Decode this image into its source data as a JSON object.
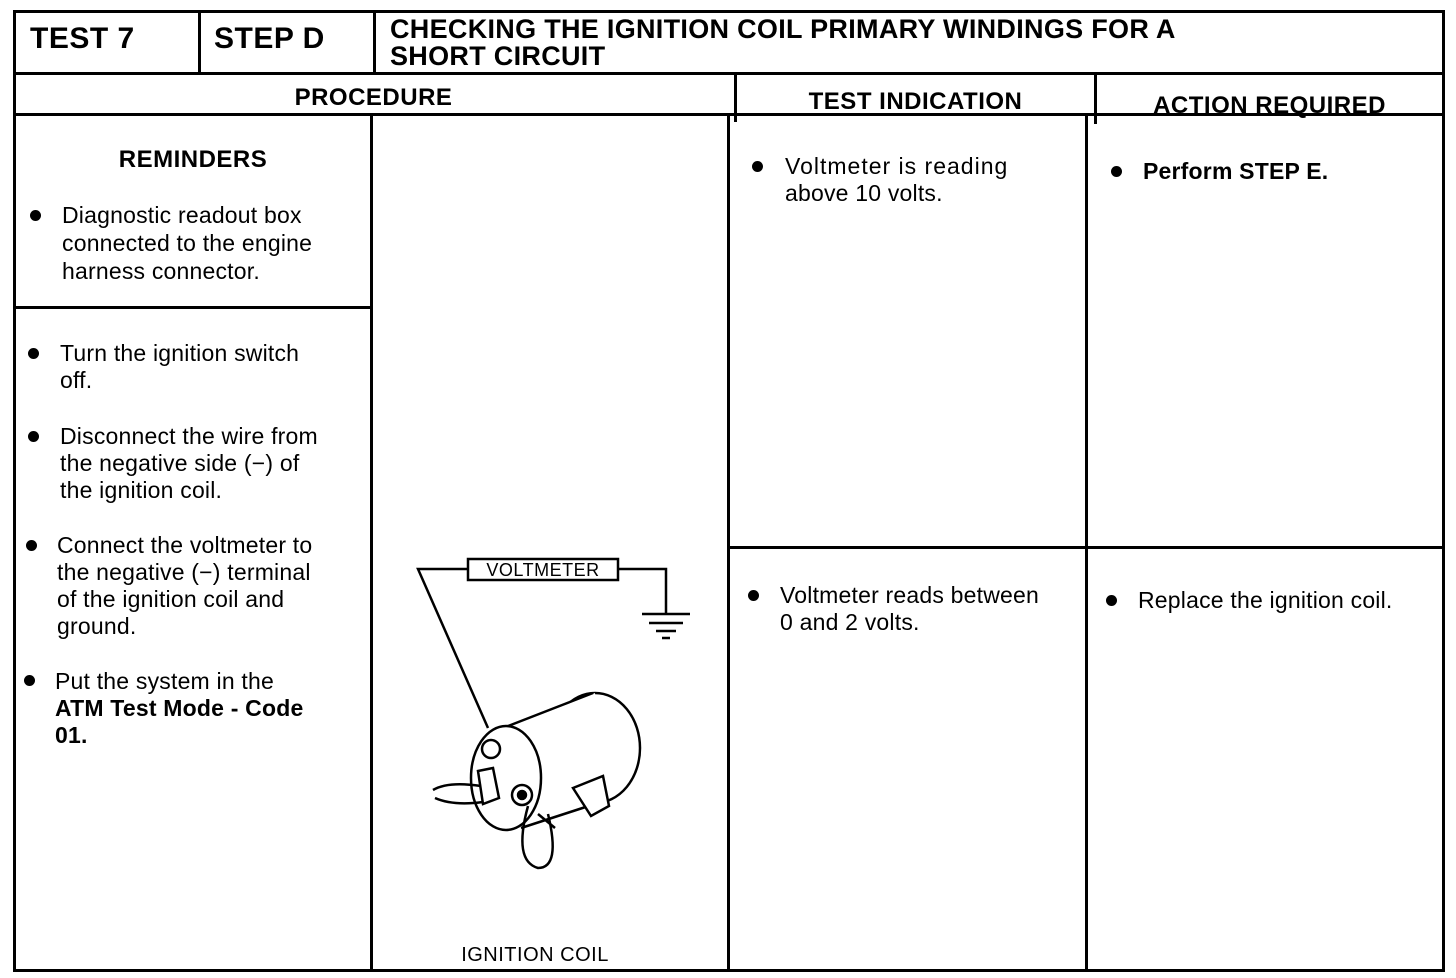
{
  "header": {
    "test_label": "TEST 7",
    "step_label": "STEP D",
    "title_line1": "CHECKING THE IGNITION COIL PRIMARY WINDINGS FOR A",
    "title_line2": "SHORT CIRCUIT"
  },
  "columns": {
    "procedure": "PROCEDURE",
    "test_indication": "TEST INDICATION",
    "action_required": "ACTION REQUIRED"
  },
  "reminders": {
    "heading": "REMINDERS",
    "item1_l1": "Diagnostic readout box",
    "item1_l2": "connected to the engine",
    "item1_l3": "harness connector."
  },
  "steps": {
    "s1_l1": "Turn the ignition switch",
    "s1_l2": "off.",
    "s2_l1": "Disconnect the wire from",
    "s2_l2": "the negative side (−) of",
    "s2_l3": "the ignition coil.",
    "s3_l1": "Connect the voltmeter to",
    "s3_l2": "the negative (−) terminal",
    "s3_l3": "of the ignition coil and",
    "s3_l4": "ground.",
    "s4_l1": "Put the system in the",
    "s4_l2": "ATM Test Mode - Code",
    "s4_l3": "01."
  },
  "figure": {
    "voltmeter_label": "VOLTMETER",
    "caption": "IGNITION COIL"
  },
  "indications": {
    "row1_l1": "Voltmeter is reading",
    "row1_l2": "above 10 volts.",
    "row2_l1": "Voltmeter reads between",
    "row2_l2": "0 and 2 volts."
  },
  "actions": {
    "row1": "Perform STEP E.",
    "row2": "Replace the ignition coil."
  }
}
